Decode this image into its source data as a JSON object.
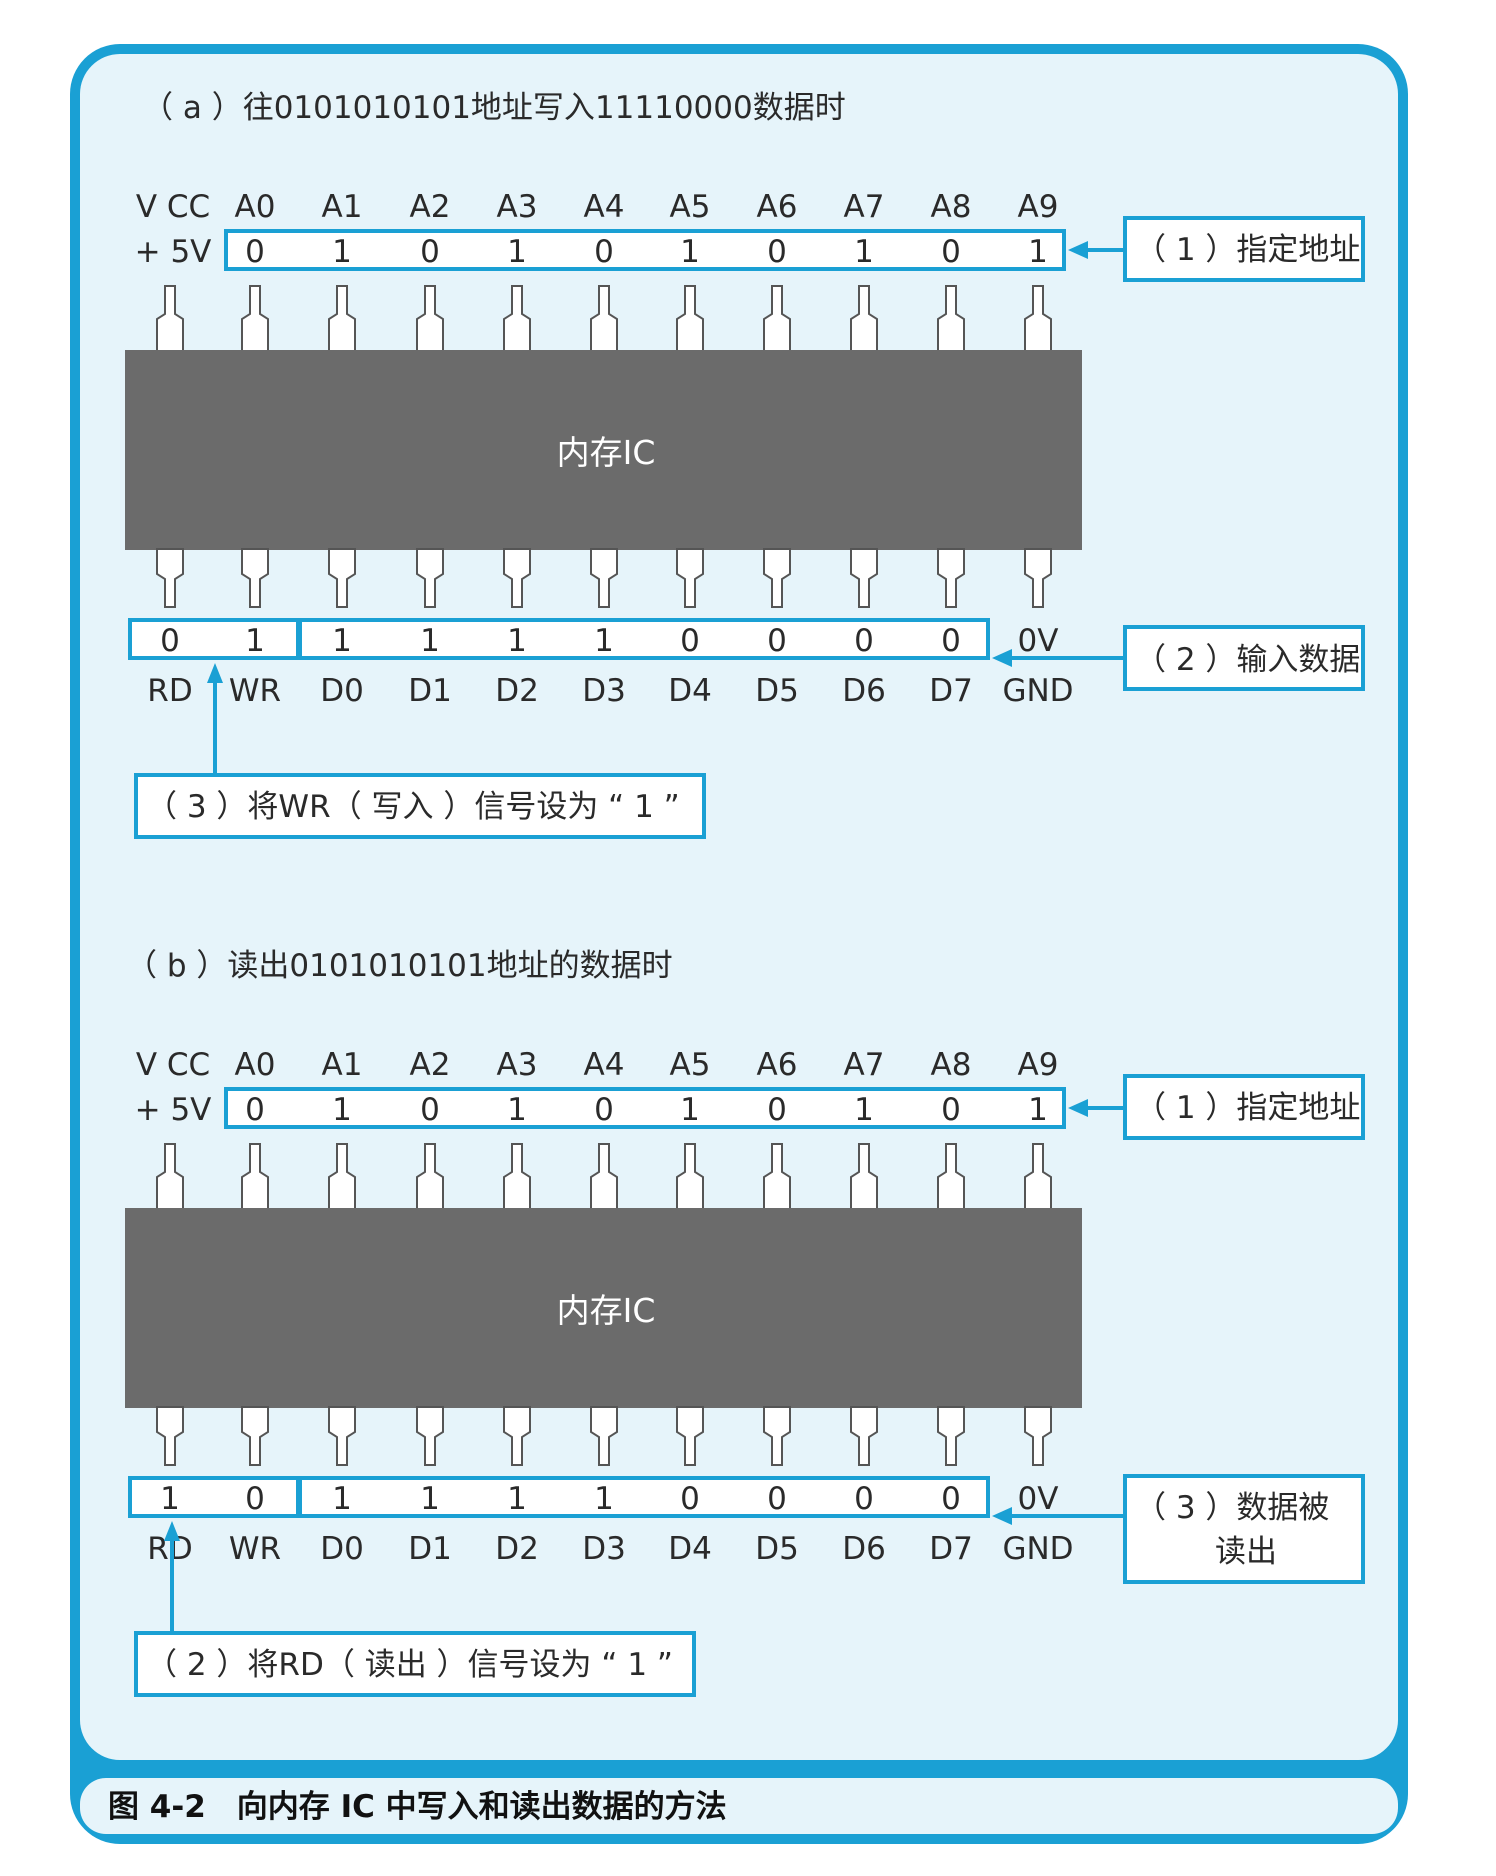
{
  "colors": {
    "frame": "#1aa0d4",
    "panel_bg": "#e6f4fa",
    "chip": "#6b6b6b",
    "highlight": "#1aa0d4",
    "pin_stroke": "#555555"
  },
  "caption": "图 4-2　向内存 IC 中写入和读出数据的方法",
  "panels": [
    {
      "title": "（ a ）往0101010101地址写入11110000数据时",
      "vcc_label_1": "V CC",
      "vcc_label_2": "+ 5V",
      "address_pins": [
        "A0",
        "A1",
        "A2",
        "A3",
        "A4",
        "A5",
        "A6",
        "A7",
        "A8",
        "A9"
      ],
      "address_values": [
        "0",
        "1",
        "0",
        "1",
        "0",
        "1",
        "0",
        "1",
        "0",
        "1"
      ],
      "chip_label": "内存IC",
      "bottom_pins": [
        "RD",
        "WR",
        "D0",
        "D1",
        "D2",
        "D3",
        "D4",
        "D5",
        "D6",
        "D7",
        "GND"
      ],
      "control_values": [
        "0",
        "1"
      ],
      "highlight_control": 1,
      "data_values": [
        "1",
        "1",
        "1",
        "1",
        "0",
        "0",
        "0",
        "0"
      ],
      "gnd_value": "0V",
      "callout_address": "（ 1 ）指定地址",
      "callout_data": [
        "（ 2 ）输入数据"
      ],
      "callout_control": "（ 3 ）将WR（ 写入 ）信号设为 “ 1 ”"
    },
    {
      "title": "（ b ）读出0101010101地址的数据时",
      "vcc_label_1": "V CC",
      "vcc_label_2": "+ 5V",
      "address_pins": [
        "A0",
        "A1",
        "A2",
        "A3",
        "A4",
        "A5",
        "A6",
        "A7",
        "A8",
        "A9"
      ],
      "address_values": [
        "0",
        "1",
        "0",
        "1",
        "0",
        "1",
        "0",
        "1",
        "0",
        "1"
      ],
      "chip_label": "内存IC",
      "bottom_pins": [
        "RD",
        "WR",
        "D0",
        "D1",
        "D2",
        "D3",
        "D4",
        "D5",
        "D6",
        "D7",
        "GND"
      ],
      "control_values": [
        "1",
        "0"
      ],
      "highlight_control": 0,
      "data_values": [
        "1",
        "1",
        "1",
        "1",
        "0",
        "0",
        "0",
        "0"
      ],
      "gnd_value": "0V",
      "callout_address": "（ 1 ）指定地址",
      "callout_data": [
        "（ 3 ）数据被",
        "读出"
      ],
      "callout_control": "（ 2 ）将RD（ 读出 ）信号设为 “ 1 ”"
    }
  ]
}
